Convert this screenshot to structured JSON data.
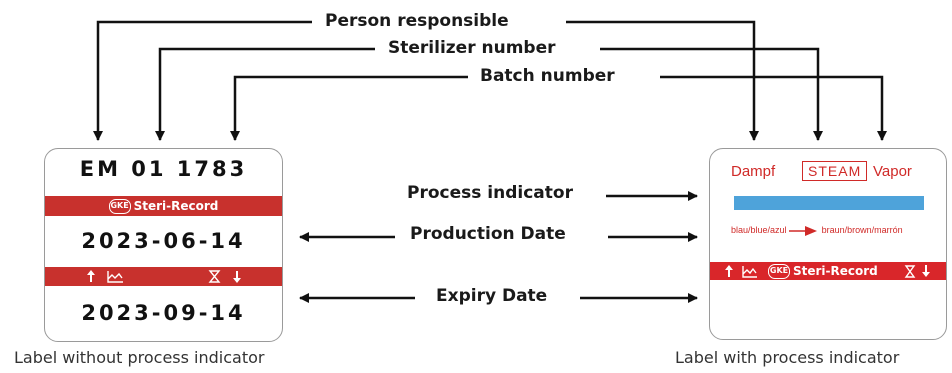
{
  "callouts": {
    "person_responsible": "Person responsible",
    "sterilizer_number": "Sterilizer number",
    "batch_number": "Batch number",
    "process_indicator": "Process indicator",
    "production_date": "Production Date",
    "expiry_date": "Expiry Date"
  },
  "left_label": {
    "code": "EM 01 1783",
    "brand": "Steri-Record",
    "brand_logo": "GKE",
    "production_date": "2023-06-14",
    "expiry_date": "2023-09-14",
    "icons": [
      "up-arrow-icon",
      "factory-icon",
      "hourglass-icon",
      "down-arrow-icon"
    ]
  },
  "right_label": {
    "word_de": "Dampf",
    "word_en": "STEAM",
    "word_es": "Vapor",
    "color_from": "blau/blue/azul",
    "color_to": "braun/brown/marrón",
    "brand": "Steri-Record",
    "brand_logo": "GKE",
    "indicator_color": "#4ea3da",
    "icons": [
      "up-arrow-icon",
      "factory-icon",
      "hourglass-icon",
      "down-arrow-icon"
    ]
  },
  "captions": {
    "left": "Label without process indicator",
    "right": "Label with process indicator"
  },
  "colors": {
    "brand_red": "#c8312d",
    "text_red": "#d02a28",
    "indicator_blue": "#4ea3da"
  }
}
